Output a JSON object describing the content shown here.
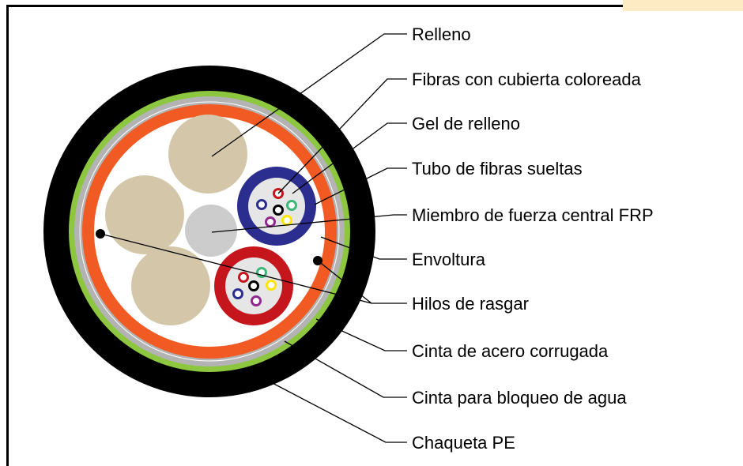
{
  "diagram": {
    "labels": {
      "relleno": "Relleno",
      "fibras_coloreadas": "Fibras con cubierta coloreada",
      "gel": "Gel de relleno",
      "tubo": "Tubo de fibras sueltas",
      "miembro": "Miembro de fuerza central FRP",
      "envoltura": "Envoltura",
      "hilos": "Hilos de rasgar",
      "cinta_acero": "Cinta de acero corrugada",
      "cinta_agua": "Cinta para bloqueo de agua",
      "chaqueta": "Chaqueta PE"
    },
    "colors": {
      "jacket": "#000000",
      "water_tape": "#8dc63f",
      "steel_tape": "#b3b3b3",
      "wrapping": "#f15a22",
      "filler": "#d4c7a9",
      "frp": "#cccccc",
      "tube_blue": "#2b2d8f",
      "tube_red": "#c4161c",
      "gel": "#e6e6e6",
      "fiber_colors": [
        "#c4161c",
        "#2b2d8f",
        "#3cb878",
        "#000000",
        "#ffe600",
        "#92278f"
      ],
      "accent_tab": "#fdebc4"
    }
  }
}
